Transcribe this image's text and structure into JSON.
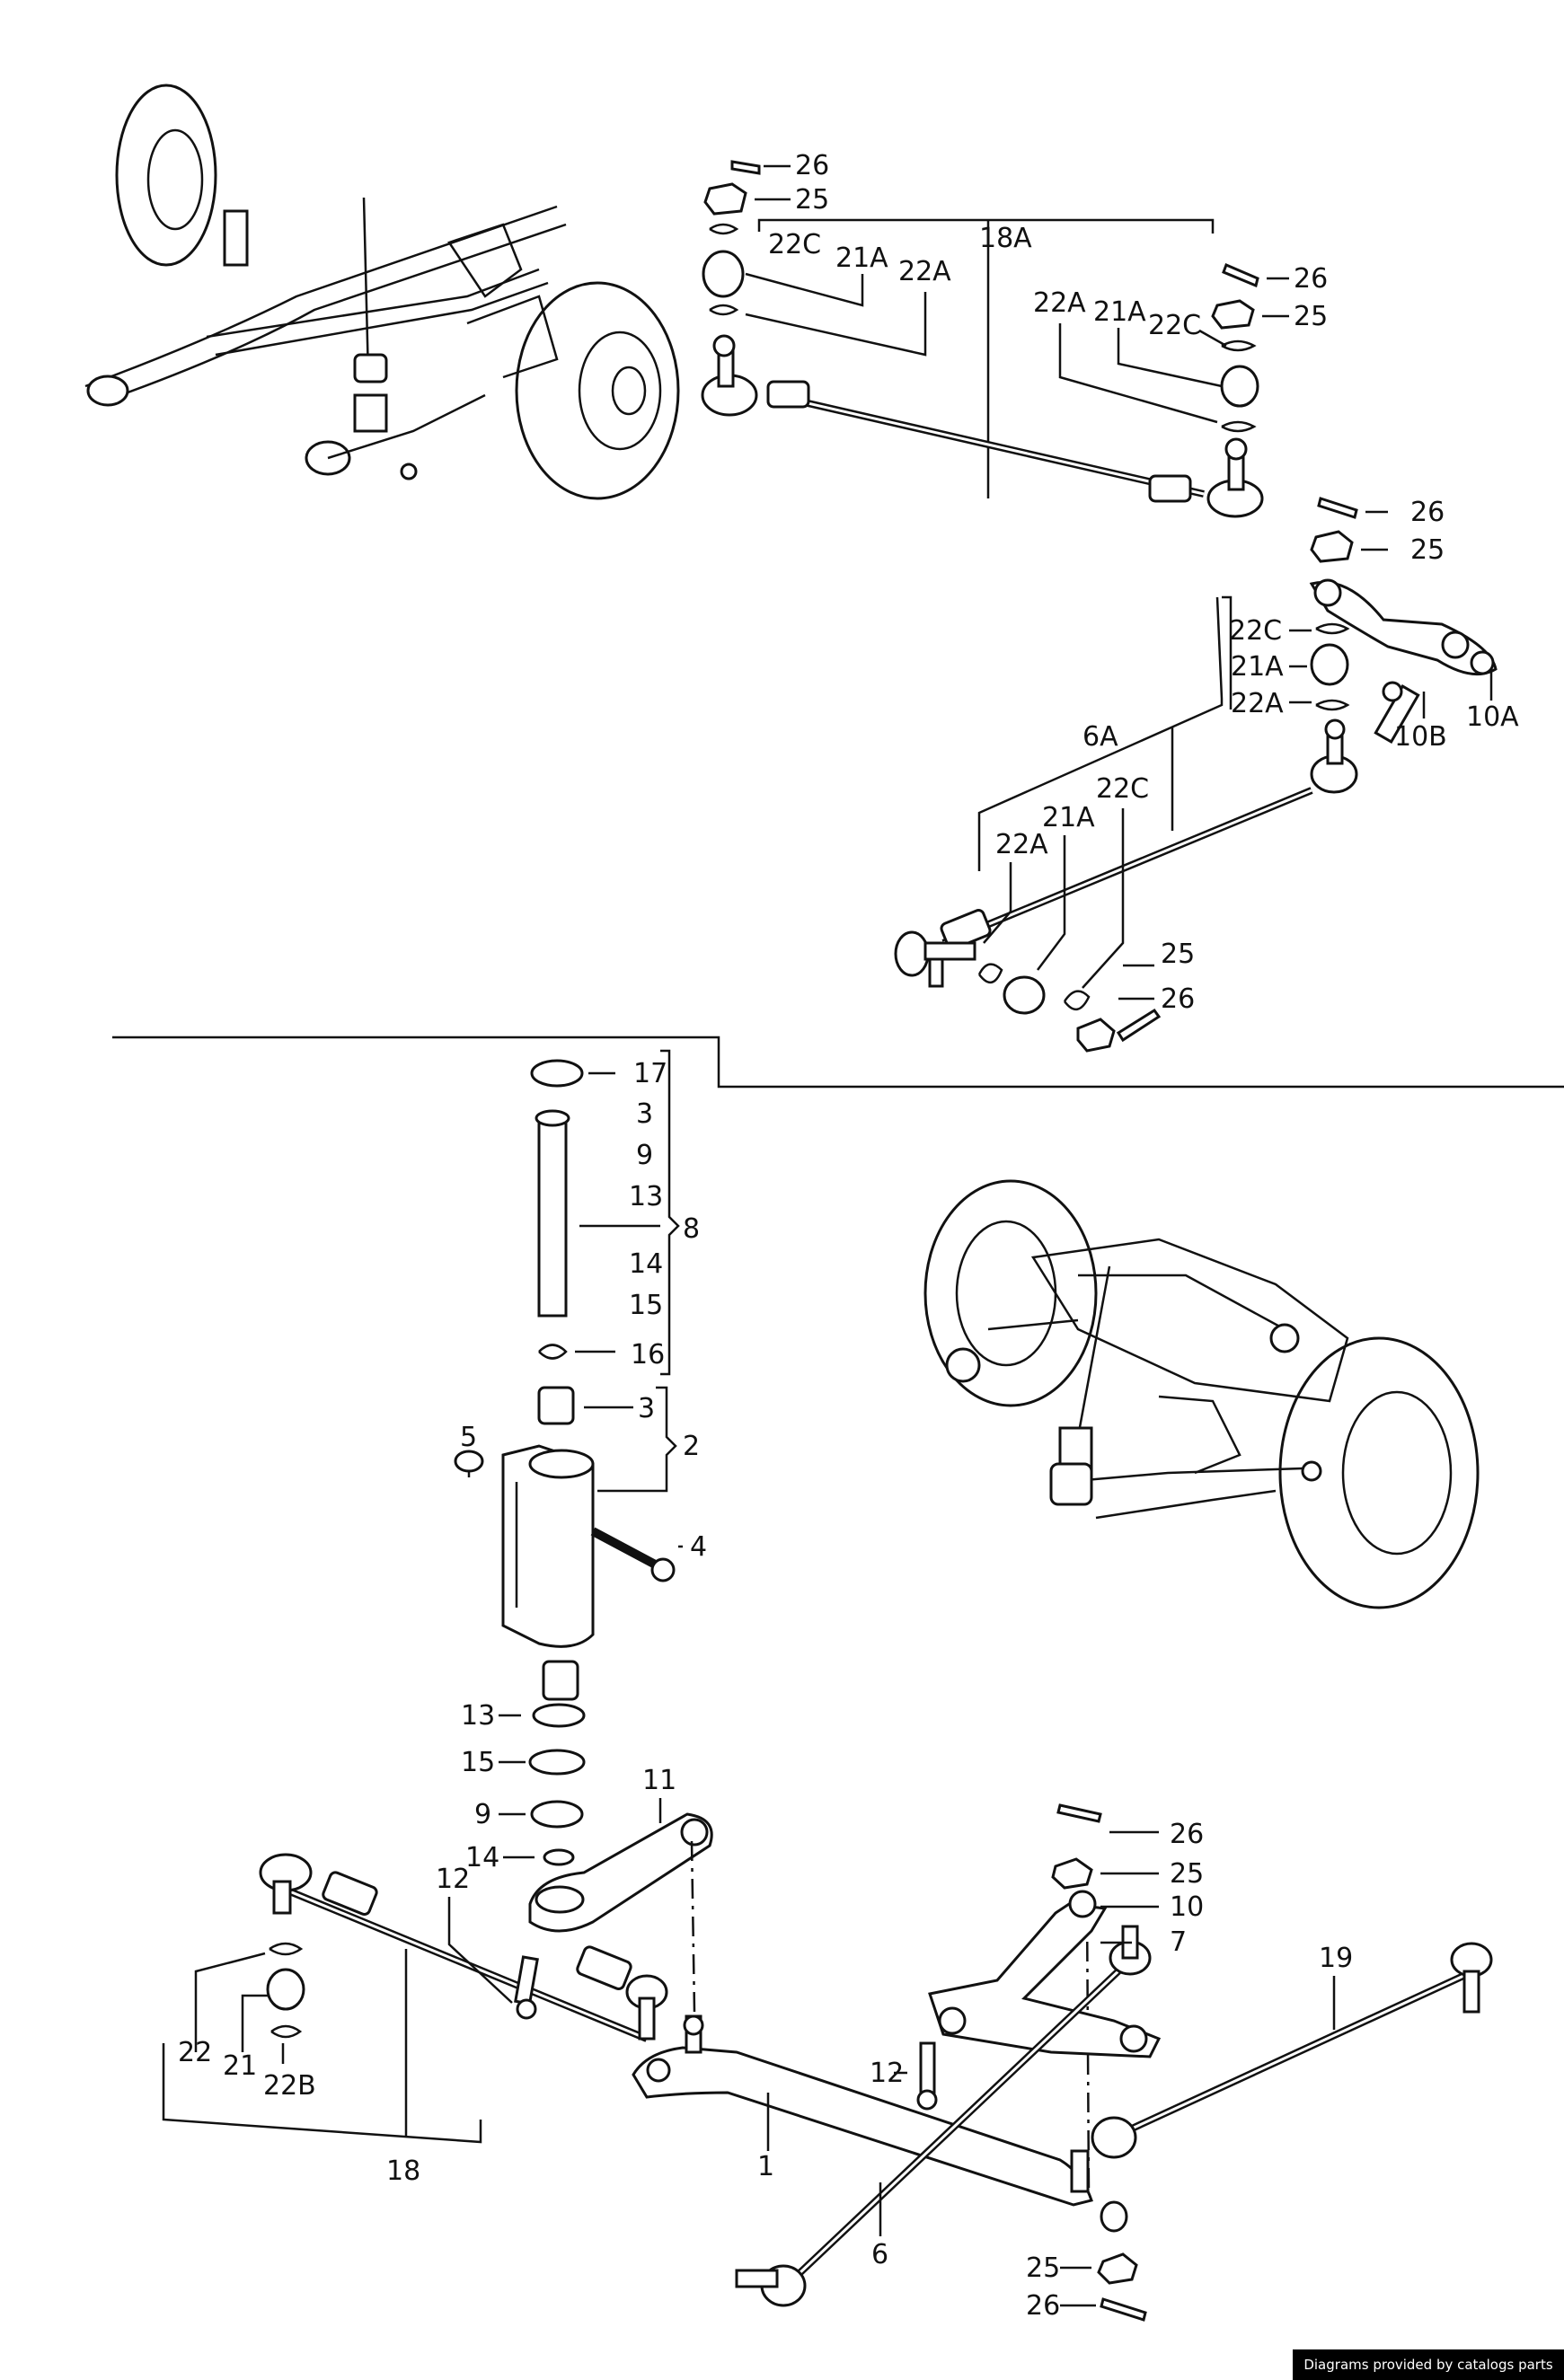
{
  "labels": {
    "u26": "26",
    "u25": "25",
    "u18A": "18A",
    "u22C_l": "22C",
    "u21A_l": "21A",
    "u22A_l": "22A",
    "u22A_r": "22A",
    "u21A_r": "21A",
    "u22C_r": "22C",
    "u26_r": "26",
    "u25_r": "25",
    "m26": "26",
    "m25": "25",
    "m22C": "22C",
    "m21A": "21A",
    "m22A": "22A",
    "m6A": "6A",
    "m10B": "10B",
    "m10A": "10A",
    "m22C_b": "22C",
    "m21A_b": "21A",
    "m22A_b": "22A",
    "m25_b": "25",
    "m26_b": "26",
    "k17": "17",
    "k3a": "3",
    "k9a": "9",
    "k13a": "13",
    "k8": "8",
    "k14a": "14",
    "k15a": "15",
    "k16": "16",
    "k5": "5",
    "k3b": "3",
    "k2": "2",
    "k4": "4",
    "k13b": "13",
    "k15b": "15",
    "k9b": "9",
    "k14b": "14",
    "k11": "11",
    "k12a": "12",
    "k22": "22",
    "k21": "21",
    "k22B": "22B",
    "k18": "18",
    "k1": "1",
    "k6": "6",
    "k12b": "12",
    "k26a": "26",
    "k25a": "25",
    "k10": "10",
    "k7": "7",
    "k19": "19",
    "k25b": "25",
    "k26b": "26"
  },
  "footer": "Diagrams provided by catalogs parts"
}
